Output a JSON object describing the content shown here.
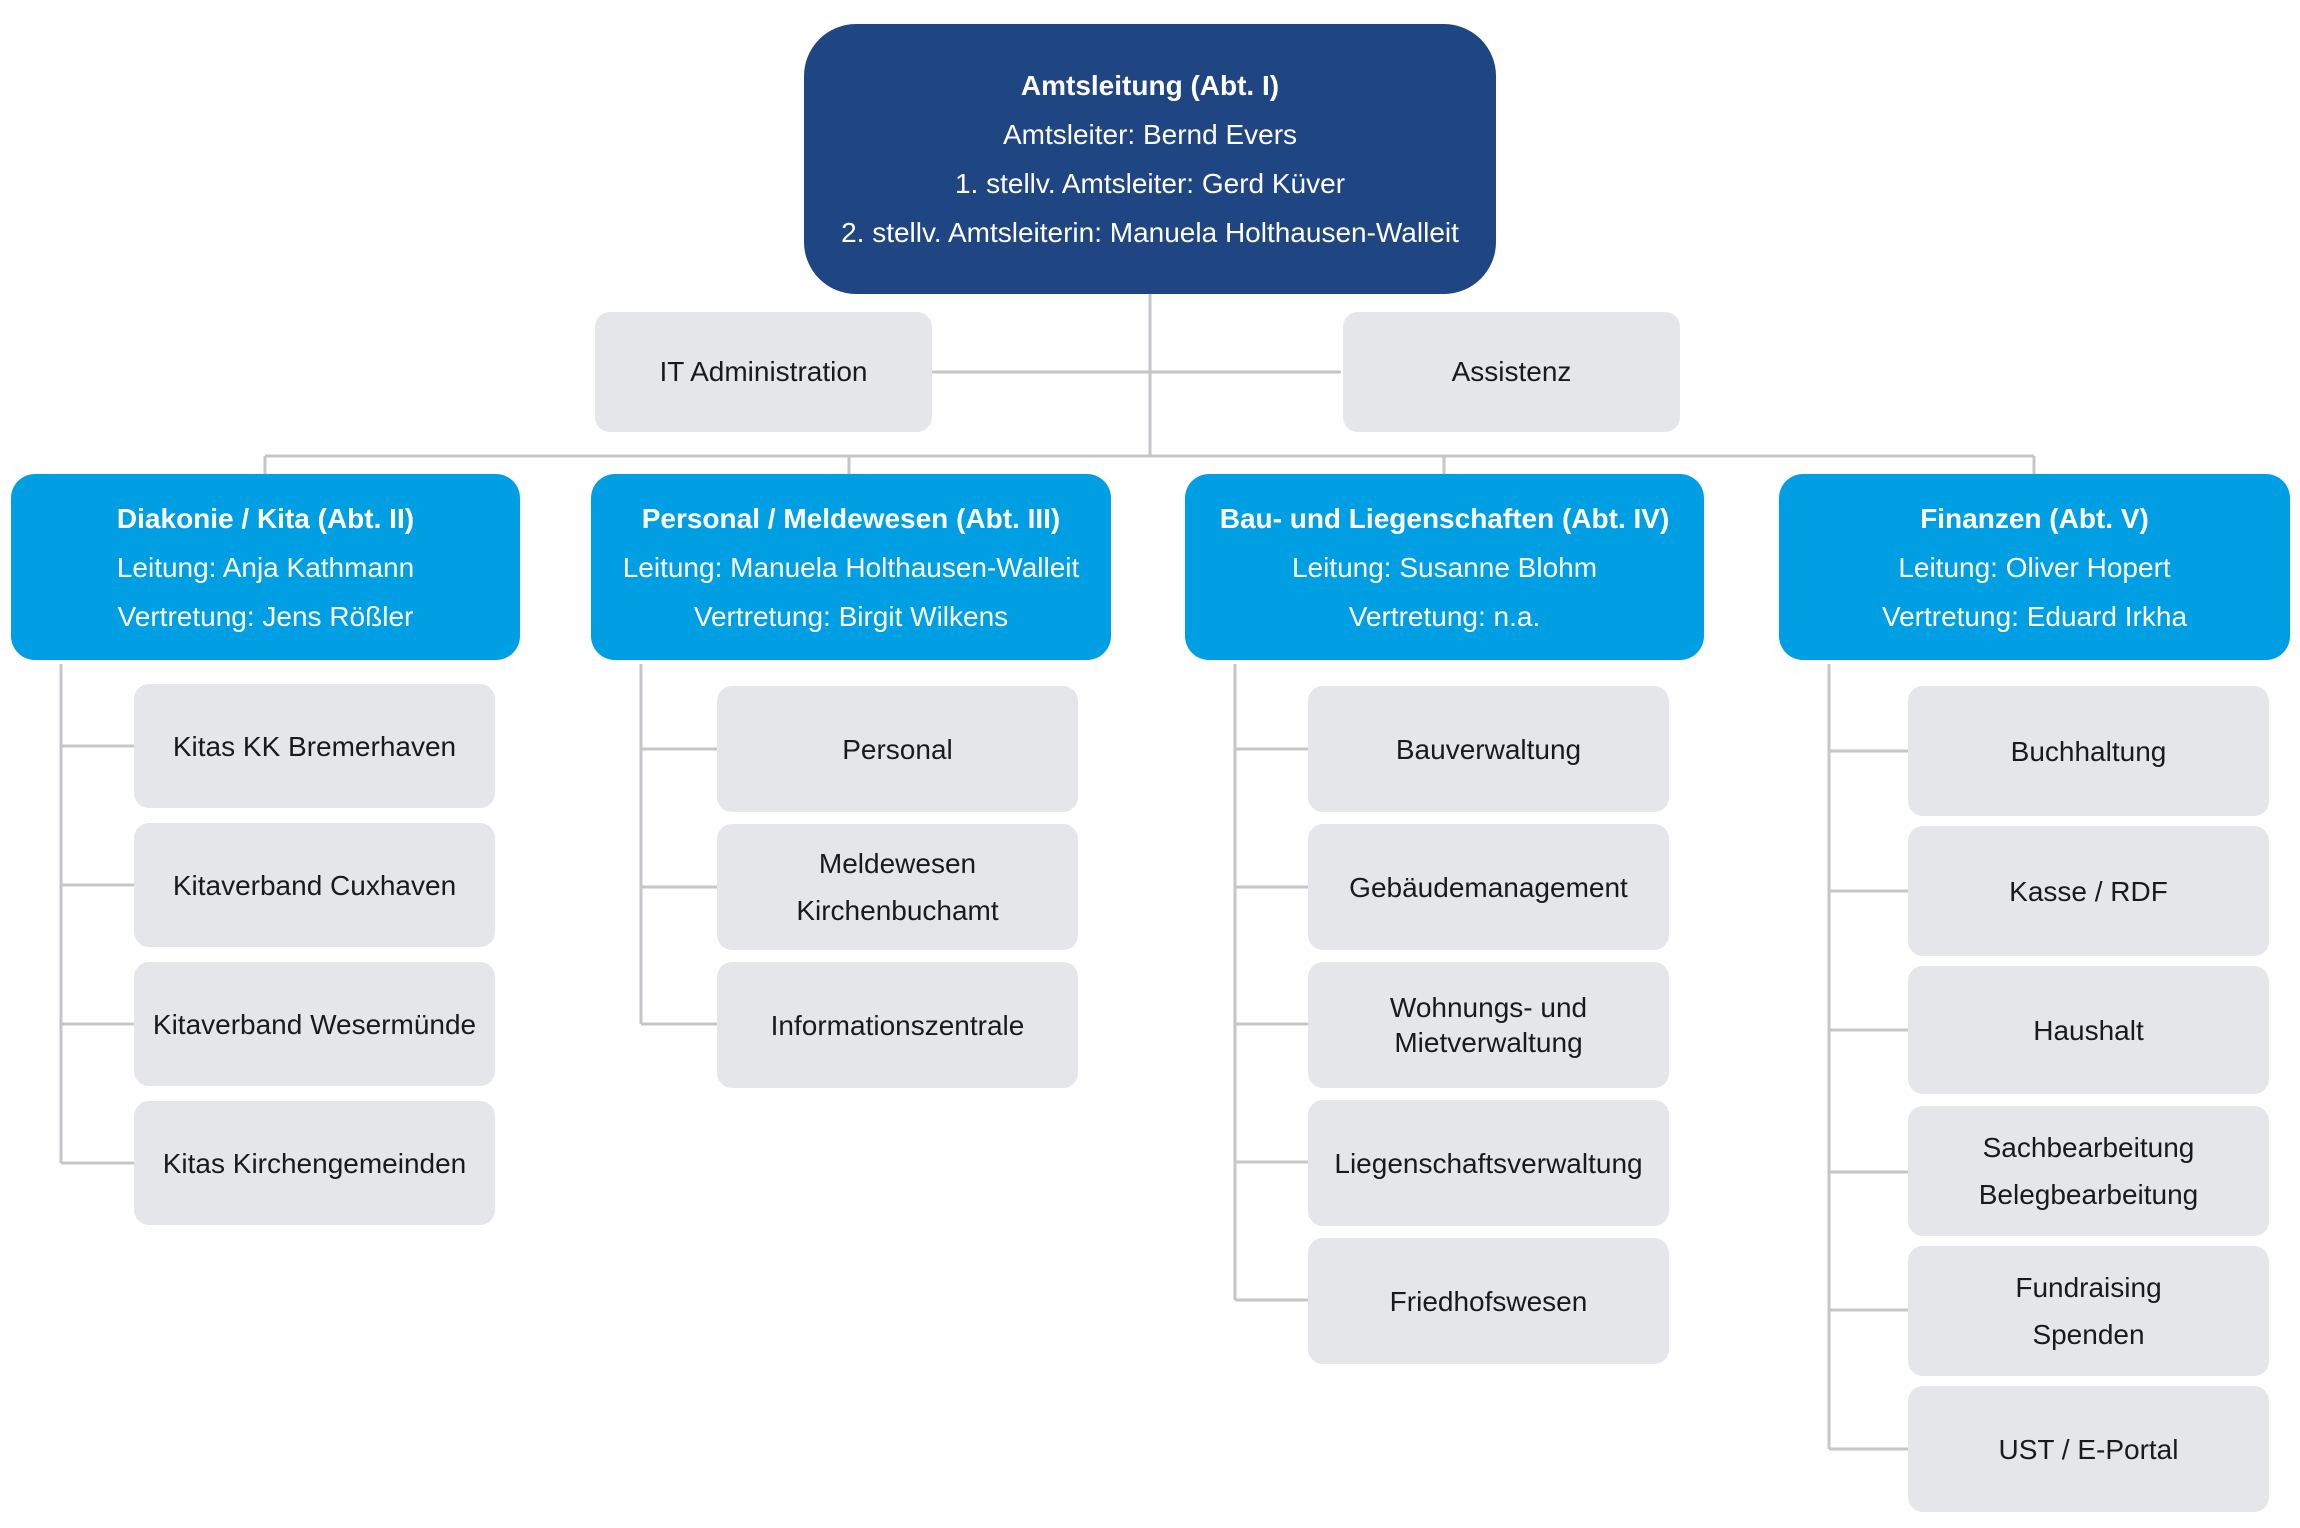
{
  "top": {
    "title": "Amtsleitung (Abt. I)",
    "line1": "Amtsleiter: Bernd Evers",
    "line2": "1. stellv. Amtsleiter: Gerd Küver",
    "line3": "2. stellv. Amtsleiterin: Manuela Holthausen-Walleit"
  },
  "staff": {
    "left": "IT Administration",
    "right": "Assistenz"
  },
  "departments": [
    {
      "title": "Diakonie / Kita (Abt. II)",
      "lead": "Leitung: Anja Kathmann",
      "deputy": "Vertretung: Jens Rößler",
      "units": [
        [
          "Kitas KK Bremerhaven"
        ],
        [
          "Kitaverband Cuxhaven"
        ],
        [
          "Kitaverband Wesermünde"
        ],
        [
          "Kitas Kirchengemeinden"
        ]
      ]
    },
    {
      "title": "Personal / Meldewesen (Abt. III)",
      "lead": "Leitung: Manuela Holthausen-Walleit",
      "deputy": "Vertretung: Birgit Wilkens",
      "units": [
        [
          "Personal"
        ],
        [
          "Meldewesen",
          "Kirchenbuchamt"
        ],
        [
          "Informationszentrale"
        ]
      ]
    },
    {
      "title": "Bau- und Liegenschaften (Abt. IV)",
      "lead": "Leitung: Susanne Blohm",
      "deputy": "Vertretung: n.a.",
      "units": [
        [
          "Bauverwaltung"
        ],
        [
          "Gebäudemanagement"
        ],
        [
          "Wohnungs- und",
          "Mietverwaltung"
        ],
        [
          "Liegenschaftsverwaltung"
        ],
        [
          "Friedhofswesen"
        ]
      ]
    },
    {
      "title": "Finanzen (Abt. V)",
      "lead": "Leitung: Oliver Hopert",
      "deputy": "Vertretung: Eduard Irkha",
      "units": [
        [
          "Buchhaltung"
        ],
        [
          "Kasse / RDF"
        ],
        [
          "Haushalt"
        ],
        [
          "Sachbearbeitung",
          "Belegbearbeitung"
        ],
        [
          "Fundraising",
          "Spenden"
        ],
        [
          "UST / E-Portal"
        ]
      ]
    }
  ]
}
